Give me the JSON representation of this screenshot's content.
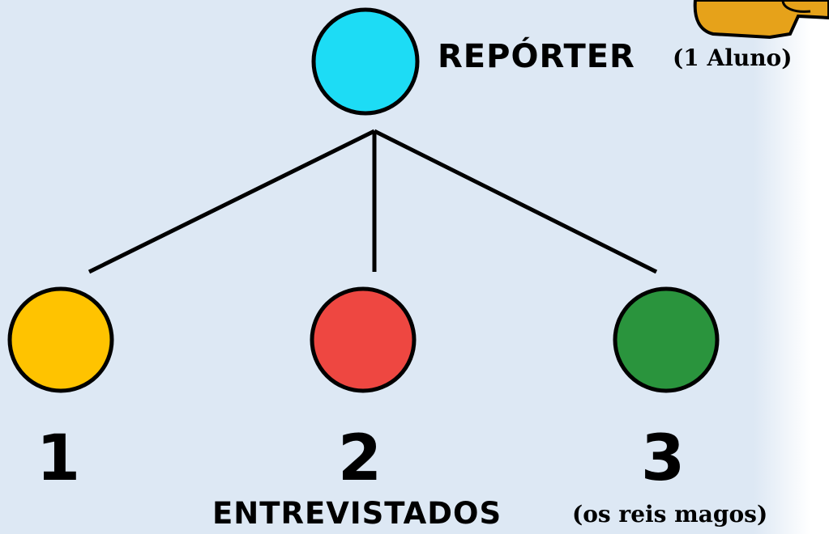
{
  "diagram": {
    "root": {
      "label": "REPÓRTER",
      "note": "(1 Aluno)",
      "color": "#1ddcf5"
    },
    "children": [
      {
        "number": "1",
        "color": "#ffc300"
      },
      {
        "number": "2",
        "color": "#ee4741"
      },
      {
        "number": "3",
        "color": "#2a943d"
      }
    ],
    "group": {
      "label": "ENTREVISTADOS",
      "note": "(os reis magos)"
    }
  },
  "decoration": {
    "character_hand": "cartoon-hand-icon",
    "hand_color": "#e6a21a"
  }
}
